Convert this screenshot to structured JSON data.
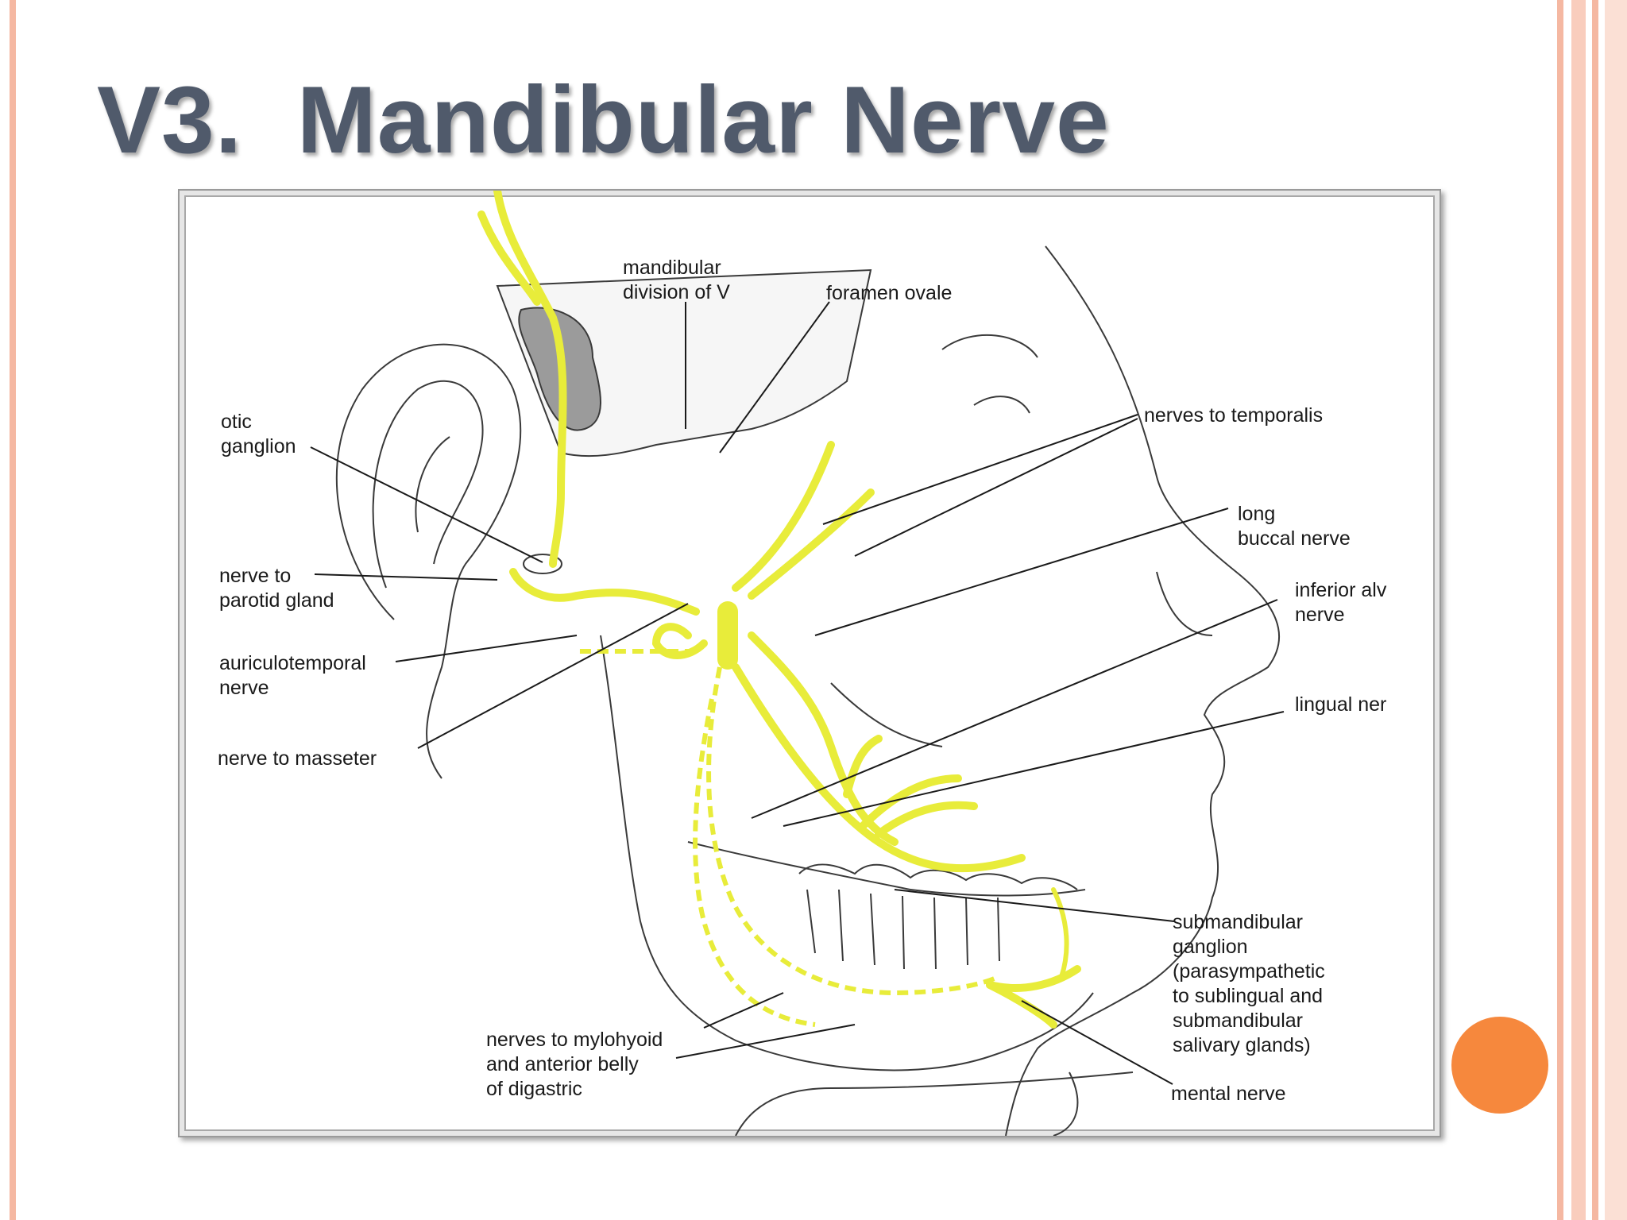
{
  "slide": {
    "title": "V3.  Mandibular Nerve",
    "accent_color": "#f6883d",
    "frame_color": "#f5b8a2",
    "title_color": "#505a6b",
    "nerve_color": "#e8ec3a"
  },
  "diagram": {
    "labels": {
      "mandibular_division": "mandibular\ndivision of V",
      "foramen_ovale": "foramen ovale",
      "otic_ganglion": "otic\nganglion",
      "nerves_to_temporalis": "nerves to temporalis",
      "long_buccal": "long\nbuccal nerve",
      "nerve_to_parotid": "nerve to\nparotid gland",
      "inferior_alveolar": "inferior alv\nnerve",
      "auriculotemporal": "auriculotemporal\nnerve",
      "lingual": "lingual ner",
      "nerve_to_masseter": "nerve to masseter",
      "submandibular_ganglion": "submandibular\nganglion\n(parasympathetic\nto sublingual and\nsubmandibular\nsalivary glands)",
      "mylohyoid": "nerves to mylohyoid\nand anterior belly\nof digastric",
      "mental": "mental nerve"
    }
  }
}
